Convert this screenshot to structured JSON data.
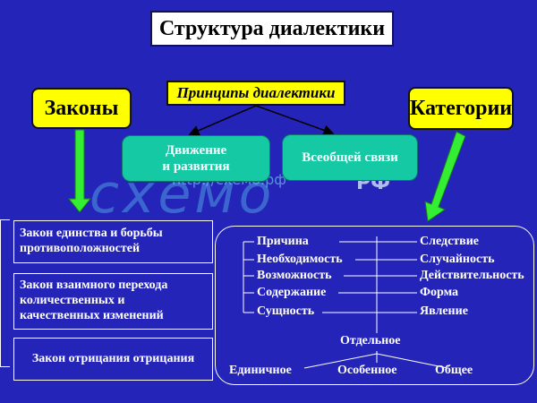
{
  "title": "Структура диалектики",
  "laws_header": "Законы",
  "categories_header": "Категории",
  "principles_header": "Принципы диалектики",
  "principles": [
    "Движение",
    "и развития",
    "Всеобщей связи"
  ],
  "laws": [
    "Закон единства и борьбы противоположностей",
    "Закон взаимного перехода количественных и качественных изменений",
    "Закон отрицания отрицания"
  ],
  "category_pairs": {
    "left": [
      "Причина",
      "Необходимость",
      "Возможность",
      "Содержание",
      "Сущность"
    ],
    "right": [
      "Следствие",
      "Случайность",
      "Действительность",
      "Форма",
      "Явление"
    ]
  },
  "triad": {
    "top": "Отдельное",
    "left": "Единичное",
    "middle": "Особенное",
    "right": "Общее"
  },
  "watermark": {
    "brand": "схемо",
    "url": "http://схемо.рф",
    "rf": "РФ"
  },
  "colors": {
    "background": "#2424b8",
    "yellow": "#ffff00",
    "teal": "#16c9a5",
    "arrow_green": "#33ee33"
  }
}
